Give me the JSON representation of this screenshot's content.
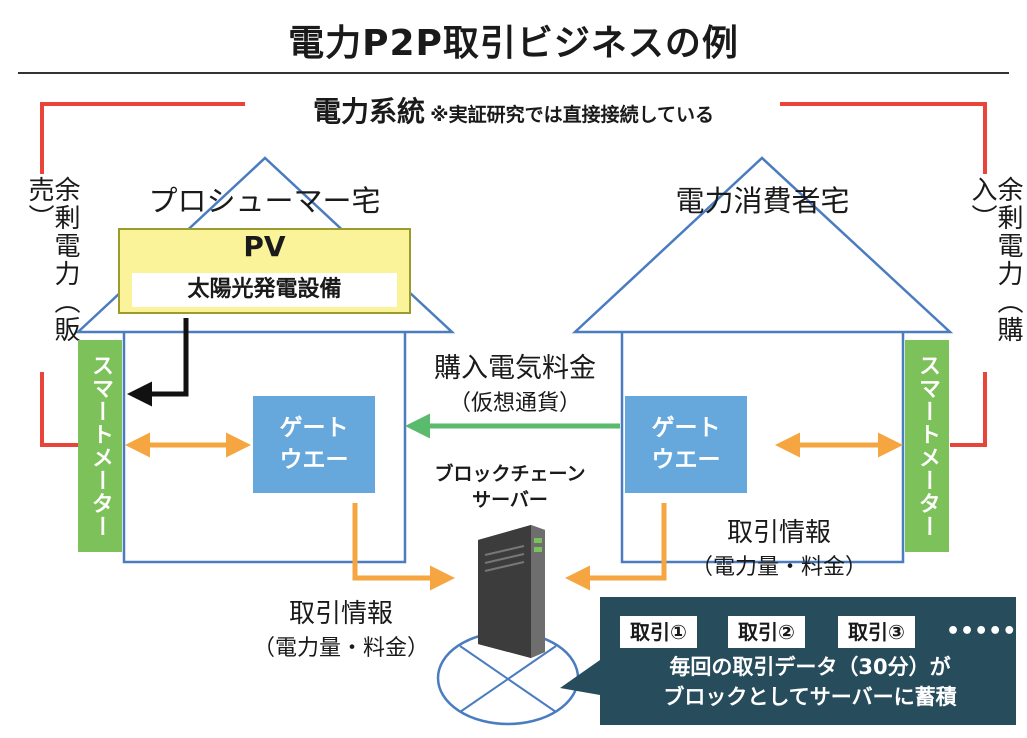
{
  "title": "電力P2P取引ビジネスの例",
  "grid": {
    "label": "電力系統",
    "note": "※実証研究では直接接続している",
    "color": "#e8443a"
  },
  "prosumer": {
    "surplus_label": "余剰電力（販売）",
    "house_label": "プロシューマー宅",
    "pv_title": "PV",
    "pv_subtitle": "太陽光発電設備",
    "meter_label": "スマートメーター",
    "gateway_line1": "ゲート",
    "gateway_line2": "ウエー"
  },
  "consumer": {
    "surplus_label": "余剰電力（購入）",
    "house_label": "電力消費者宅",
    "meter_label": "スマートメーター",
    "gateway_line1": "ゲート",
    "gateway_line2": "ウエー"
  },
  "payment": {
    "line1": "購入電気料金",
    "line2": "（仮想通貨）"
  },
  "server": {
    "line1": "ブロックチェーン",
    "line2": "サーバー"
  },
  "trade_info_left": {
    "line1": "取引情報",
    "line2": "（電力量・料金）"
  },
  "trade_info_right": {
    "line1": "取引情報",
    "line2": "（電力量・料金）"
  },
  "chain": {
    "items": [
      "取引①",
      "取引②",
      "取引③"
    ],
    "ellipsis": "•••••",
    "text_line1": "毎回の取引データ（30分）が",
    "text_line2": "ブロックとしてサーバーに蓄積"
  },
  "colors": {
    "house_outline": "#4a7cc0",
    "meter": "#7cc15a",
    "gateway": "#66a7dc",
    "pv_fill": "#faf39a",
    "orange_arrow": "#f5a641",
    "green_arrow": "#5aba6e",
    "info_box": "#274c5c"
  }
}
